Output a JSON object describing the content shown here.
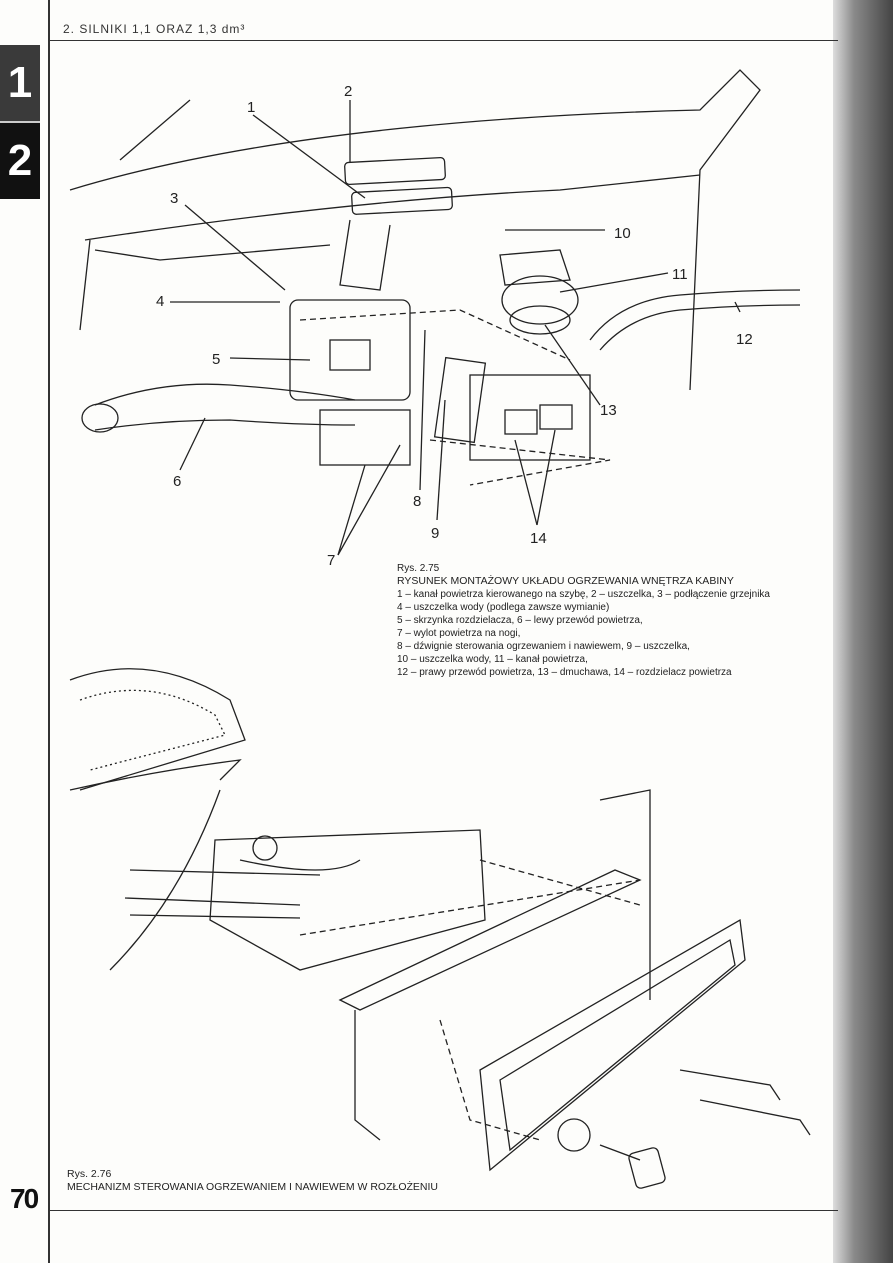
{
  "header": {
    "text": "2. SILNIKI 1,1 ORAZ 1,3 dm³"
  },
  "tabs": [
    "1",
    "2"
  ],
  "page_number": "70",
  "figure1": {
    "number": "Rys. 2.75",
    "title": "RYSUNEK MONTAŻOWY UKŁADU OGRZEWANIA WNĘTRZA KABINY",
    "legend": [
      "1 – kanał powietrza kierowanego na szybę, 2 – uszczelka, 3 – podłączenie grzejnika",
      "4 – uszczelka wody (podlega zawsze wymianie)",
      "5 – skrzynka rozdzielacza, 6 – lewy przewód powietrza,",
      "7 – wylot powietrza na nogi,",
      "8 – dźwignie sterowania ogrzewaniem i nawiewem, 9 – uszczelka,",
      "10 – uszczelka wody, 11 – kanał powietrza,",
      "12 – prawy przewód powietrza, 13 – dmuchawa, 14 – rozdzielacz powietrza"
    ],
    "callouts": [
      "1",
      "2",
      "3",
      "4",
      "5",
      "6",
      "7",
      "8",
      "9",
      "10",
      "11",
      "12",
      "13",
      "14"
    ]
  },
  "figure2": {
    "number": "Rys. 2.76",
    "title": "MECHANIZM STEROWANIA OGRZEWANIEM I NAWIEWEM W ROZŁOŻENIU"
  }
}
